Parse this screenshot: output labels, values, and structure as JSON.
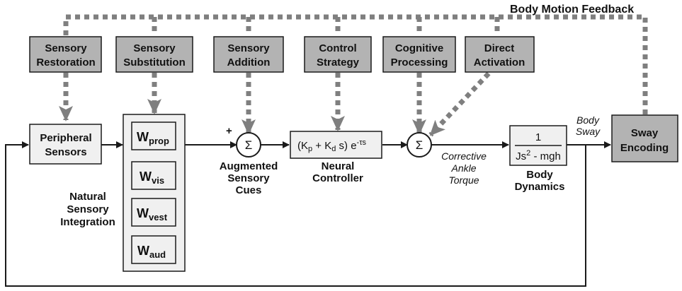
{
  "feedback_label": "Body Motion Feedback",
  "top_boxes": {
    "sensory_restoration": [
      "Sensory",
      "Restoration"
    ],
    "sensory_substitution": [
      "Sensory",
      "Substitution"
    ],
    "sensory_addition": [
      "Sensory",
      "Addition"
    ],
    "control_strategy": [
      "Control",
      "Strategy"
    ],
    "cognitive_processing": [
      "Cognitive",
      "Processing"
    ],
    "direct_activation": [
      "Direct",
      "Activation"
    ]
  },
  "peripheral_sensors": [
    "Peripheral",
    "Sensors"
  ],
  "weights": [
    {
      "base": "W",
      "sub": "prop"
    },
    {
      "base": "W",
      "sub": "vis"
    },
    {
      "base": "W",
      "sub": "vest"
    },
    {
      "base": "W",
      "sub": "aud"
    }
  ],
  "natural_sensory_integration": [
    "Natural",
    "Sensory",
    "Integration"
  ],
  "plus_sign": "+",
  "sum_symbol": "Σ",
  "augmented_sensory_cues": [
    "Augmented",
    "Sensory",
    "Cues"
  ],
  "neural_controller": {
    "equation": {
      "open": "(K",
      "p": "p",
      "mid": " + K",
      "d": "d",
      "tail": " s) e",
      "exp": "-τs"
    },
    "label": [
      "Neural",
      "Controller"
    ]
  },
  "corrective_ankle_torque": [
    "Corrective",
    "Ankle",
    "Torque"
  ],
  "body_dynamics": {
    "numerator": "1",
    "denominator": {
      "pre": "Js",
      "sup": "2",
      "post": " - mgh"
    },
    "label": [
      "Body",
      "Dynamics"
    ]
  },
  "body_sway": [
    "Body",
    "Sway"
  ],
  "sway_encoding": [
    "Sway",
    "Encoding"
  ],
  "colors": {
    "dark_box": "#b3b3b3",
    "light_box": "#f0f0f0",
    "dotted": "#7f7f7f",
    "line": "#1a1a1a"
  }
}
